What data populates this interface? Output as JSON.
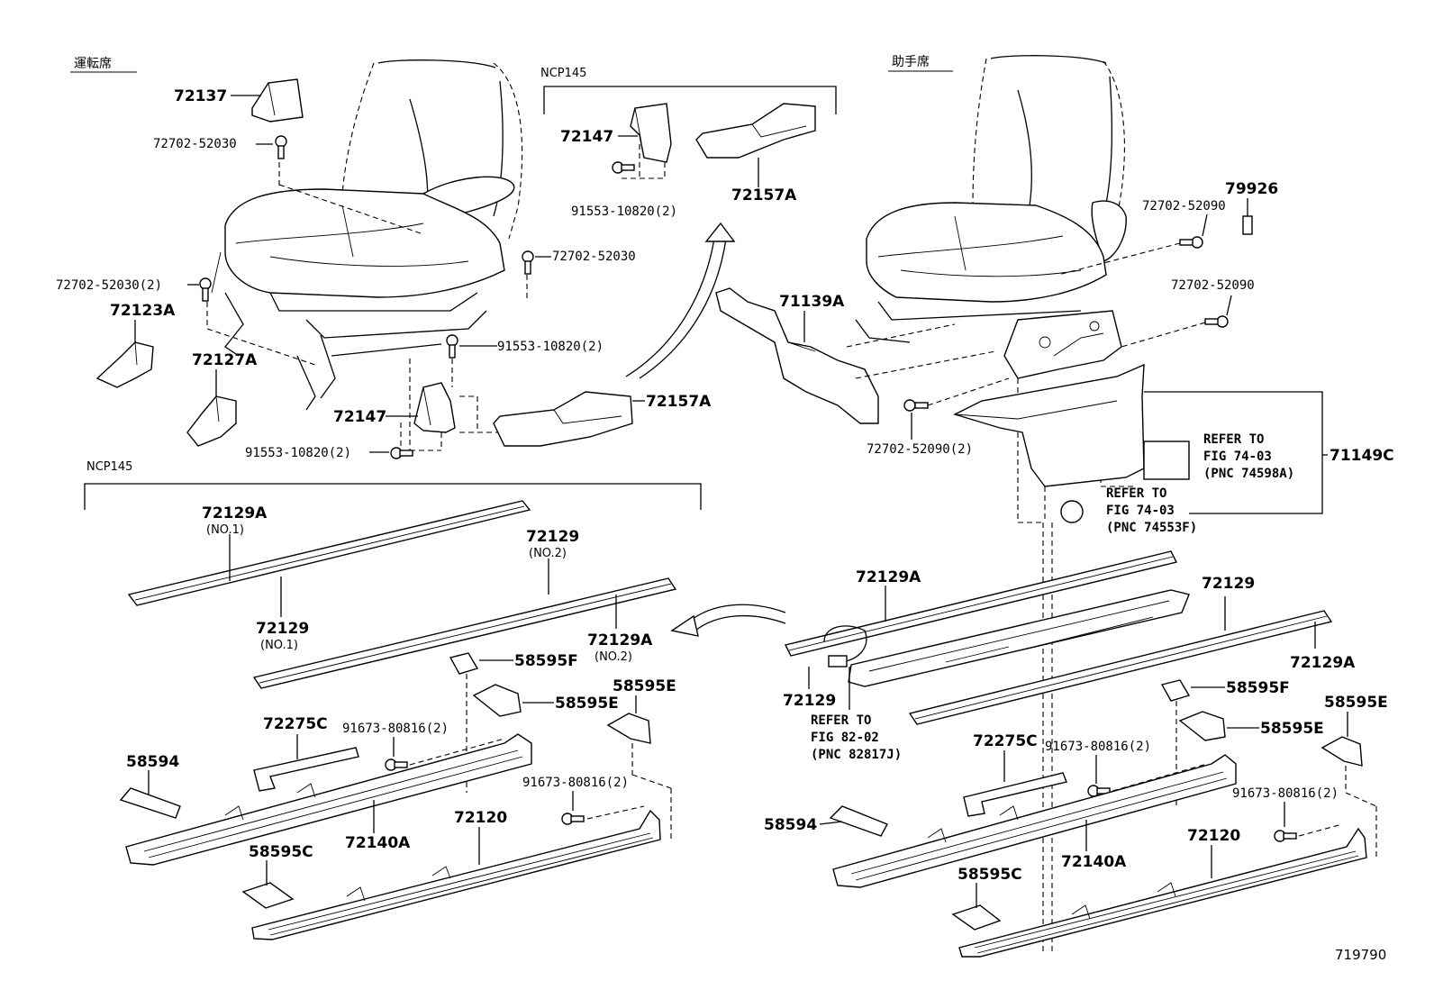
{
  "sections": {
    "driver": "運転席",
    "passenger": "助手席",
    "ncp_top": "NCP145",
    "ncp_rails": "NCP145"
  },
  "labels": {
    "p72137": "72137",
    "b72702_52030_a": "72702-52030",
    "b72702_52030_b": "72702-52030",
    "b72702_52030_2": "72702-52030(2)",
    "p72123A": "72123A",
    "p72127A": "72127A",
    "p72147_a": "72147",
    "b91553_10820_a": "91553-10820(2)",
    "b91553_10820_b": "91553-10820(2)",
    "p72157A_a": "72157A",
    "p72147_b": "72147",
    "b91553_10820_c": "91553-10820(2)",
    "p72157A_b": "72157A",
    "p79926": "79926",
    "b72702_52090_a": "72702-52090",
    "b72702_52090_b": "72702-52090",
    "p71139A": "71139A",
    "b72702_52090_2": "72702-52090(2)",
    "p71149C": "71149C",
    "p72129A_no1": "72129A",
    "no1_a": "(NO.1)",
    "p72129_no1": "72129",
    "no1_b": "(NO.1)",
    "p72129_no2": "72129",
    "no2_a": "(NO.2)",
    "p72129A_no2": "72129A",
    "no2_b": "(NO.2)",
    "p58595F_l": "58595F",
    "p58595E_l1": "58595E",
    "p58595E_l2": "58595E",
    "p72275C_l": "72275C",
    "b91673_l1": "91673-80816(2)",
    "b91673_l2": "91673-80816(2)",
    "p58594_l": "58594",
    "p72140A_l": "72140A",
    "p72120_l": "72120",
    "p58595C_l": "58595C",
    "p72129A_r1": "72129A",
    "p72129_r1": "72129",
    "p72129_r2": "72129",
    "p72129A_r2": "72129A",
    "p58595F_r": "58595F",
    "p58595E_r1": "58595E",
    "p58595E_r2": "58595E",
    "p72275C_r": "72275C",
    "b91673_r1": "91673-80816(2)",
    "b91673_r2": "91673-80816(2)",
    "p58594_r": "58594",
    "p72140A_r": "72140A",
    "p72120_r": "72120",
    "p58595C_r": "58595C"
  },
  "refs": {
    "ref1": [
      "REFER TO",
      "FIG 74-03",
      "(PNC 74598A)"
    ],
    "ref2": [
      "REFER TO",
      "FIG 74-03",
      "(PNC 74553F)"
    ],
    "ref3": [
      "REFER TO",
      "FIG 82-02",
      "(PNC 82817J)"
    ]
  },
  "figure_number": "719790"
}
